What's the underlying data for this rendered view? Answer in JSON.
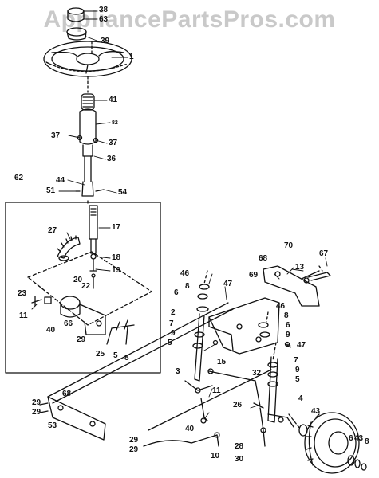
{
  "watermark": "AppliancePartsPros.com",
  "callouts": {
    "c38": "38",
    "c63": "63",
    "c39": "39",
    "c1": "1",
    "c41": "41",
    "c82": "82",
    "c37a": "37",
    "c37b": "37",
    "c36": "36",
    "c44": "44",
    "c51": "51",
    "c54": "54",
    "c62": "62",
    "c17": "17",
    "c27": "27",
    "c18": "18",
    "c19": "19",
    "c20": "20",
    "c22": "22",
    "c23": "23",
    "c11a": "11",
    "c66": "66",
    "c40a": "40",
    "c29a": "29",
    "c25": "25",
    "c5a": "5",
    "c8a": "8",
    "c70": "70",
    "c68a": "68",
    "c13": "13",
    "c67": "67",
    "c69": "69",
    "c46a": "46",
    "c47a": "47",
    "c6a": "6",
    "c8b": "8",
    "c7a": "7",
    "c9a": "9",
    "c2": "2",
    "c5b": "5",
    "c46b": "46",
    "c8c": "8",
    "c6b": "6",
    "c9b": "9",
    "c47b": "47",
    "c15": "15",
    "c7b": "7",
    "c9c": "9",
    "c5c": "5",
    "c3": "3",
    "c32": "32",
    "c11b": "11",
    "c4": "4",
    "c26": "26",
    "c43a": "43",
    "c29b": "29",
    "c68b": "68",
    "c29c": "29",
    "c53": "53",
    "c40b": "40",
    "c29d": "29",
    "c29e": "29",
    "c10": "10",
    "c28": "28",
    "c30": "30",
    "c6c": "6",
    "c43b": "43",
    "c8d": "8"
  }
}
